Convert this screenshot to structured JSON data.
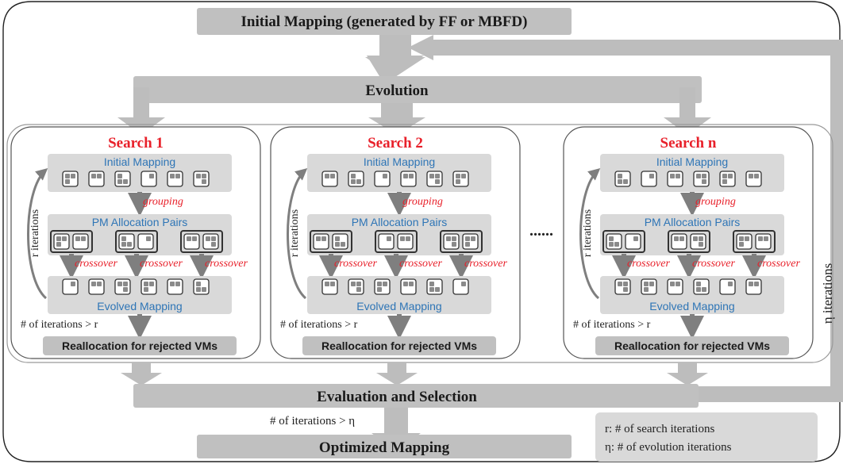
{
  "initial_mapping_banner": "Initial Mapping (generated by FF or MBFD)",
  "evolution_label": "Evolution",
  "searches": [
    {
      "title": "Search 1",
      "initial_label": "Initial Mapping",
      "grouping_label": "grouping",
      "pairs_label": "PM Allocation Pairs",
      "crossover_label": "crossover",
      "evolved_label": "Evolved Mapping",
      "loop_label": "r iterations",
      "exit_condition": "# of iterations > r",
      "realloc_label": "Reallocation for rejected VMs"
    },
    {
      "title": "Search 2",
      "initial_label": "Initial Mapping",
      "grouping_label": "grouping",
      "pairs_label": "PM Allocation Pairs",
      "crossover_label": "crossover",
      "evolved_label": "Evolved Mapping",
      "loop_label": "r iterations",
      "exit_condition": "# of iterations > r",
      "realloc_label": "Reallocation for rejected VMs"
    },
    {
      "title": "Search n",
      "initial_label": "Initial Mapping",
      "grouping_label": "grouping",
      "pairs_label": "PM Allocation Pairs",
      "crossover_label": "crossover",
      "evolved_label": "Evolved Mapping",
      "loop_label": "r iterations",
      "exit_condition": "# of iterations > r",
      "realloc_label": "Reallocation for rejected VMs"
    }
  ],
  "ellipsis": "......",
  "evaluation_label": "Evaluation and Selection",
  "evolution_exit_condition": "# of iterations > η",
  "optimized_label": "Optimized Mapping",
  "eta_loop_label": "η iterations",
  "legend": {
    "r_definition": "r: # of search iterations",
    "eta_definition": "η: # of evolution iterations"
  },
  "colors": {
    "title_red": "#e8202a",
    "label_blue": "#2e75b6",
    "italic_red": "#e8202a",
    "arrow_grey": "#bdbdbd",
    "dark_arrow": "#7f7f7f",
    "banner_grey": "#c0c0c0",
    "inner_grey": "#d9d9d9"
  }
}
